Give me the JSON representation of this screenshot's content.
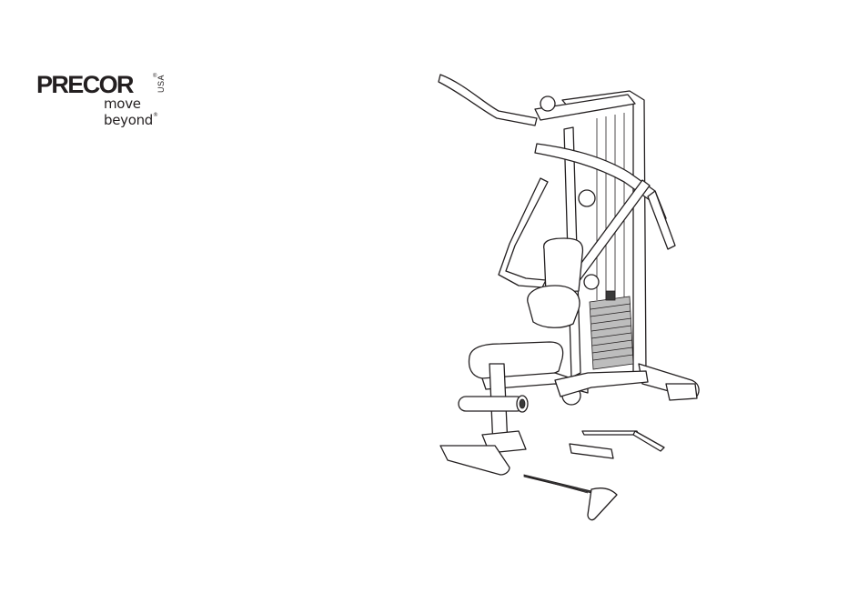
{
  "logo": {
    "brand": "PRECOR",
    "region": "USA",
    "registered": "®",
    "tagline": "move beyond",
    "tagline_mark": "®"
  }
}
